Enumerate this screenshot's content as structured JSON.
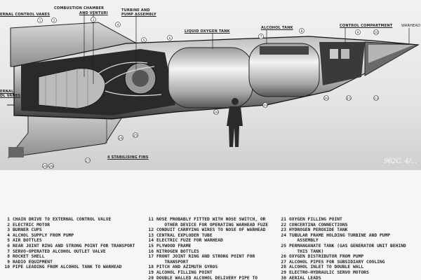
{
  "labels": {
    "control_vanes": "ERNAL CONTROL VANES",
    "control_vanes_lower": "ERNAL\nDL VANES",
    "combustion_1": "COMBUSTION CHAMBER",
    "combustion_2": "AND VENTURI",
    "turbine_1": "TURBINE AND",
    "turbine_2": "PUMP ASSEMBLY",
    "lox_tank": "LIQUID OXYGEN TANK",
    "alcohol_tank": "ALCOHOL TANK",
    "control_compartment": "CONTROL COMPARTMENT",
    "warhead": "WARHEAD",
    "fins": "4 STABILISING FINS",
    "reference": "962C. 4/..."
  },
  "callouts": [
    "1",
    "2",
    "3",
    "4",
    "5",
    "6",
    "7",
    "8",
    "9",
    "10",
    "11",
    "12",
    "13",
    "14",
    "15",
    "16",
    "17",
    "18",
    "19",
    "20",
    "21",
    "22",
    "23",
    "24",
    "25",
    "26",
    "27",
    "28",
    "29",
    "30"
  ],
  "legend": [
    {
      "n": "1",
      "t": "CHAIN DRIVE TO EXTERNAL CONTROL VALVE"
    },
    {
      "n": "2",
      "t": "ELECTRIC MOTOR"
    },
    {
      "n": "3",
      "t": "BURNER CUPS"
    },
    {
      "n": "4",
      "t": "ALCHOL SUPPLY FROM PUMP"
    },
    {
      "n": "5",
      "t": "AIR BOTTLES"
    },
    {
      "n": "6",
      "t": "REAR JOINT RING AND STRONG POINT FOR TRANSPORT"
    },
    {
      "n": "7",
      "t": "SERVO-OPERATED ALCOHOL OUTLET VALVE"
    },
    {
      "n": "8",
      "t": "ROCKET SHELL"
    },
    {
      "n": "9",
      "t": "RADIO EQUIPMENT"
    },
    {
      "n": "10",
      "t": "PIPE LEADING FROM ALCOHOL TANK TO WARHEAD"
    },
    {
      "n": "11",
      "t": "NOSE PROBABLY FITTED WITH NOSE SWITCH, OR\n   OTHER DEVICE FOR OPERATING WARHEAD FUZE"
    },
    {
      "n": "12",
      "t": "CONDUIT CARRYING WIRES TO NOSE OF WARHEAD"
    },
    {
      "n": "13",
      "t": "CENTRAL EXPLODER TUBE"
    },
    {
      "n": "14",
      "t": "ELECTRIC FUZE FOR WARHEAD"
    },
    {
      "n": "15",
      "t": "PLYWOOD FRAME"
    },
    {
      "n": "16",
      "t": "NITROGEN BOTTLES"
    },
    {
      "n": "17",
      "t": "FRONT JOINT RING AND STRONG POINT FOR\n   TRANSPORT"
    },
    {
      "n": "18",
      "t": "PITCH AND AZIMUTH GYROS"
    },
    {
      "n": "19",
      "t": "ALCOHOL FILLING POINT"
    },
    {
      "n": "20",
      "t": "DOUBLE WALLED ALCOHOL DELIVERY PIPE TO\n   PUMP"
    },
    {
      "n": "21",
      "t": "OXYGEN FILLING POINT"
    },
    {
      "n": "22",
      "t": "CONCERTINA CONNECTIONS"
    },
    {
      "n": "23",
      "t": "HYDROGEN PEROXIDE TANK"
    },
    {
      "n": "24",
      "t": "TUBULAR FRAME HOLDING TURBINE AND PUMP\n   ASSEMBLY"
    },
    {
      "n": "25",
      "t": "PERMANGANATE TANK (GAS GENERATOR UNIT BEHIND\n   THIS TANK)"
    },
    {
      "n": "26",
      "t": "OXYGEN DISTRIBUTOR FROM PUMP"
    },
    {
      "n": "27",
      "t": "ALCOHOL PIPES FOR SUBSIDIARY COOLING"
    },
    {
      "n": "28",
      "t": "ALCOHOL INLET TO DOUBLE WALL"
    },
    {
      "n": "29",
      "t": "ELECTRO-HYDRAULIC SERVO MOTORS"
    },
    {
      "n": "30",
      "t": "AERIAL LEADS"
    }
  ]
}
